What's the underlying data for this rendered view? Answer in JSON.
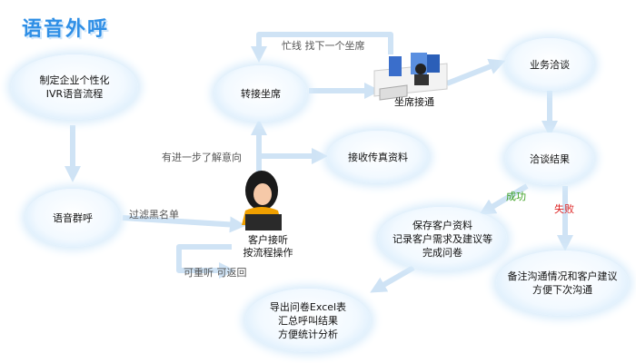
{
  "title": "语音外呼",
  "nodes": {
    "enterprise_ivr": [
      "制定企业个性化",
      "IVR语音流程"
    ],
    "voice_group_call": [
      "语音群呼"
    ],
    "transfer_agent": [
      "转接坐席"
    ],
    "agent_connected": [
      "坐席接通"
    ],
    "business_talk": [
      "业务洽谈"
    ],
    "talk_result": [
      "洽谈结果"
    ],
    "receive_fax": [
      "接收传真资料"
    ],
    "customer_answer": [
      "客户接听",
      "按流程操作"
    ],
    "save_customer": [
      "保存客户资料",
      "记录客户需求及建议等",
      "完成问卷"
    ],
    "note_comm": [
      "备注沟通情况和客户建议",
      "方便下次沟通"
    ],
    "export_survey": [
      "导出问卷Excel表",
      "汇总呼叫结果",
      "方便统计分析"
    ]
  },
  "labels": {
    "busy_next": "忙线 找下一个坐席",
    "further_interest": "有进一步了解意向",
    "filter_blacklist": "过滤黑名单",
    "replay_return": "可重听 可返回",
    "success": "成功",
    "fail": "失败"
  },
  "colors": {
    "title": "#2f8fe6",
    "arrow": "#cfe3f5",
    "node_edge": "#c4e1f8",
    "success": "#3aa020",
    "fail": "#dd2222"
  }
}
